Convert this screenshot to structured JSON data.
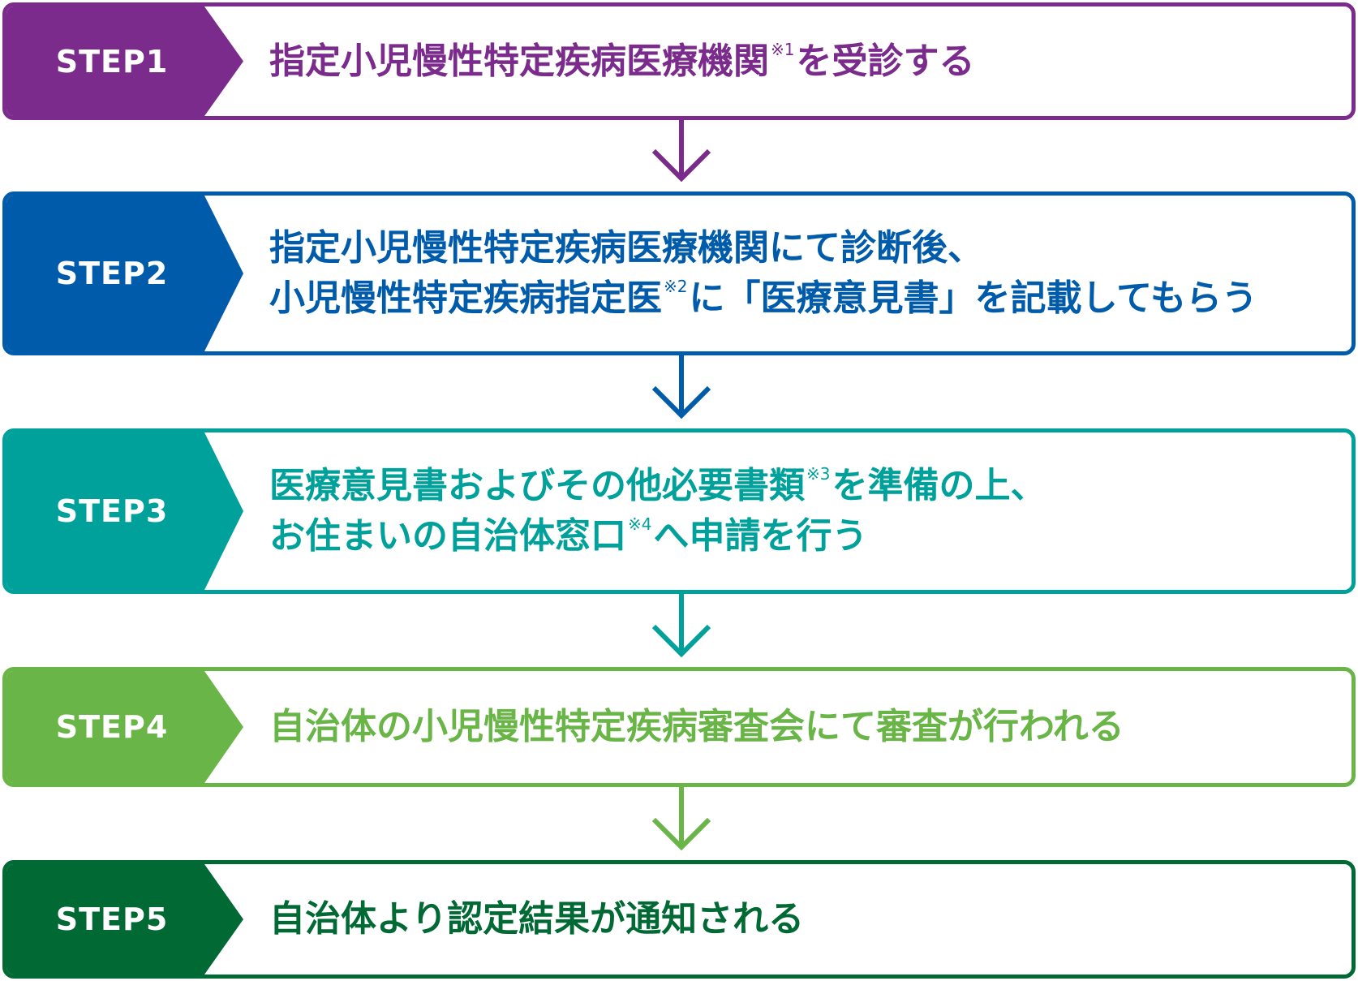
{
  "steps": [
    {
      "label": "STEP1",
      "color": "#7b2b8c",
      "lines": [
        {
          "a": "指定小児慢性特定疾病医療機関",
          "note": "※1",
          "b": "を受診する"
        }
      ]
    },
    {
      "label": "STEP2",
      "color": "#005bab",
      "lines": [
        {
          "a": "指定小児慢性特定疾病医療機関にて診断後、",
          "note": "",
          "b": ""
        },
        {
          "a": "小児慢性特定疾病指定医",
          "note": "※2",
          "b": "に「医療意見書」を記載してもらう"
        }
      ]
    },
    {
      "label": "STEP3",
      "color": "#00a19a",
      "lines": [
        {
          "a": "医療意見書およびその他必要書類",
          "note": "※3",
          "b": "を準備の上、"
        },
        {
          "a": "お住まいの自治体窓口",
          "note": "※4",
          "b": "へ申請を行う"
        }
      ]
    },
    {
      "label": "STEP4",
      "color": "#6ab547",
      "lines": [
        {
          "a": "自治体の小児慢性特定疾病審査会にて審査が行われる",
          "note": "",
          "b": ""
        }
      ]
    },
    {
      "label": "STEP5",
      "color": "#006934",
      "lines": [
        {
          "a": "自治体より認定結果が通知される",
          "note": "",
          "b": ""
        }
      ]
    }
  ]
}
